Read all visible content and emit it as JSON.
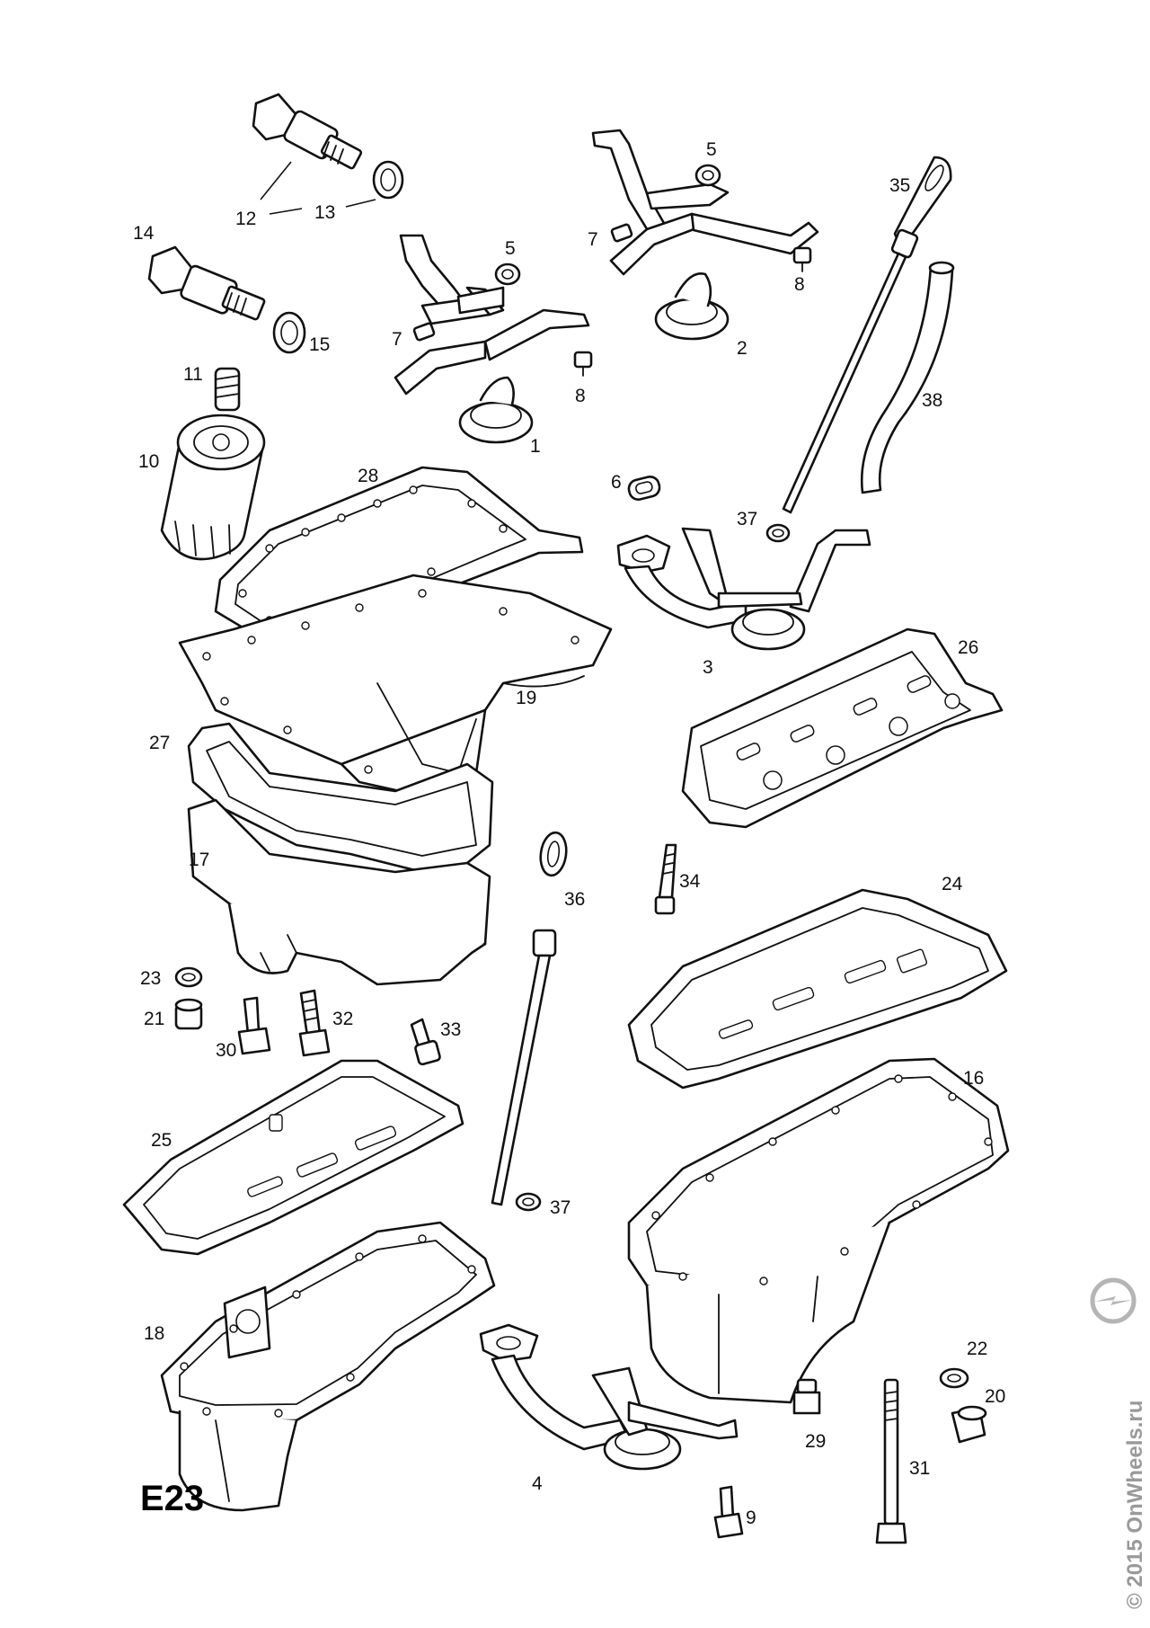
{
  "sheet_code": "E23",
  "copyright": "© 2015 OnWheels.ru",
  "callouts": [
    "12",
    "13",
    "14",
    "15",
    "11",
    "10",
    "5",
    "7",
    "8",
    "1",
    "5",
    "7",
    "8",
    "2",
    "35",
    "38",
    "28",
    "6",
    "37",
    "3",
    "26",
    "19",
    "27",
    "17",
    "36",
    "34",
    "24",
    "23",
    "21",
    "30",
    "32",
    "33",
    "25",
    "37",
    "16",
    "18",
    "22",
    "20",
    "29",
    "31",
    "4",
    "9"
  ],
  "icons": {
    "logo": "opel-blitz-logo-icon"
  },
  "colors": {
    "line": "#111111",
    "watermark": "#9a9a9a"
  }
}
